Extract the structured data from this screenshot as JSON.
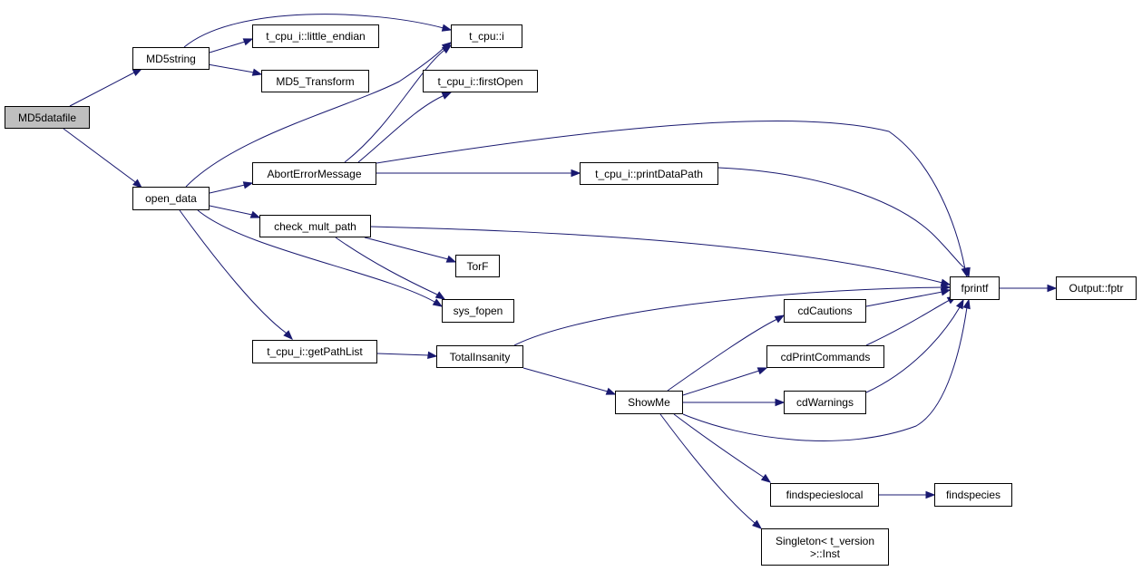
{
  "graph": {
    "edge_color": "#191970",
    "root_fill": "#bfbfbf",
    "nodes": {
      "md5datafile": "MD5datafile",
      "md5string": "MD5string",
      "open_data": "open_data",
      "little_endian": "t_cpu_i::little_endian",
      "md5_transform": "MD5_Transform",
      "t_cpu_i": "t_cpu::i",
      "first_open": "t_cpu_i::firstOpen",
      "abort_error_message": "AbortErrorMessage",
      "print_data_path": "t_cpu_i::printDataPath",
      "check_mult_path": "check_mult_path",
      "torf": "TorF",
      "sys_fopen": "sys_fopen",
      "get_path_list": "t_cpu_i::getPathList",
      "total_insanity": "TotalInsanity",
      "show_me": "ShowMe",
      "cd_cautions": "cdCautions",
      "cd_print_commands": "cdPrintCommands",
      "cd_warnings": "cdWarnings",
      "fprintf": "fprintf",
      "output_fptr": "Output::fptr",
      "findspecieslocal": "findspecieslocal",
      "findspecies": "findspecies",
      "singleton_inst": "Singleton< t_version\n>::Inst"
    }
  }
}
